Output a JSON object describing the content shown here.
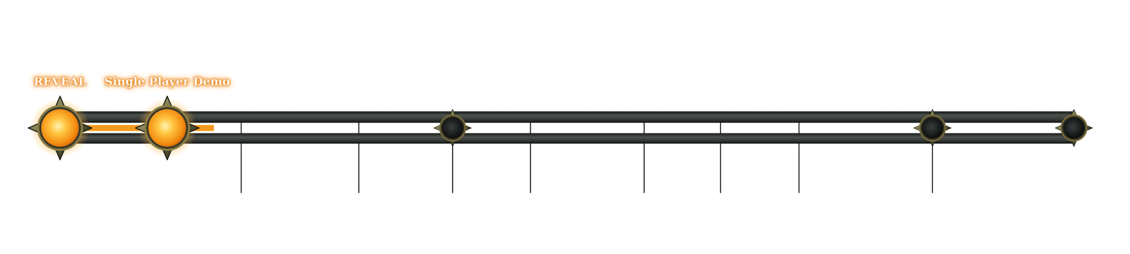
{
  "diagram": {
    "nodes": [
      {
        "text": [
          "REVEAL"
        ]
      },
      {
        "text": [
          "Single Player Demo"
        ]
      }
    ],
    "edges": [
      {
        "from": 0,
        "to": 1,
        "arrow": "none"
      }
    ]
  }
}
